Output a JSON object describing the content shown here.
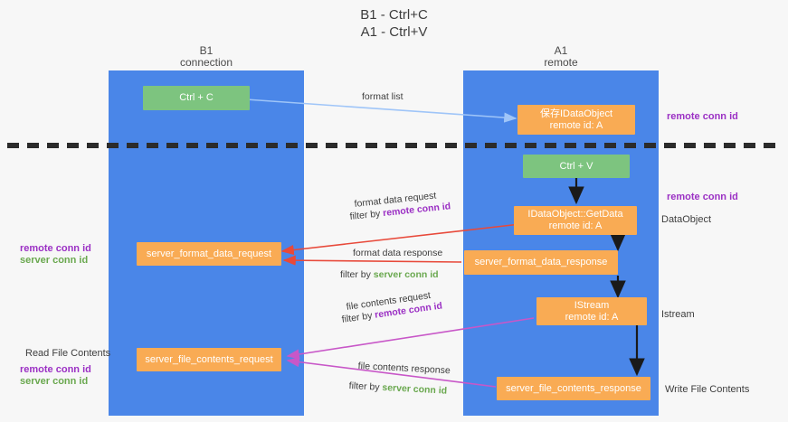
{
  "title": {
    "line1": "B1 - Ctrl+C",
    "line2": "A1 - Ctrl+V"
  },
  "lanes": [
    {
      "name": "B1",
      "sub": "connection"
    },
    {
      "name": "A1",
      "sub": "remote"
    }
  ],
  "nodes": {
    "ctrl_c": {
      "l1": "Ctrl + C"
    },
    "save_idataobject": {
      "l1": "保存IDataObject",
      "l2": "remote id: A"
    },
    "ctrl_v": {
      "l1": "Ctrl + V"
    },
    "getdata": {
      "l1": "IDataObject::GetData",
      "l2": "remote id: A"
    },
    "server_format_data_request": {
      "l1": "server_format_data_request"
    },
    "server_format_data_response": {
      "l1": "server_format_data_response"
    },
    "istream": {
      "l1": "IStream",
      "l2": "remote id: A"
    },
    "server_file_contents_request": {
      "l1": "server_file_contents_request"
    },
    "server_file_contents_response": {
      "l1": "server_file_contents_response"
    }
  },
  "edges": {
    "format_list": "format list",
    "format_data_request": "format data request",
    "format_data_request_filter_prefix": "filter by ",
    "format_data_request_filter_key": "remote conn id",
    "format_data_response": "format data response",
    "format_data_response_filter_prefix": "filter by ",
    "format_data_response_filter_key": "server conn id",
    "file_contents_request": "file contents request",
    "file_contents_request_filter_prefix": "filter by ",
    "file_contents_request_filter_key": "remote conn id",
    "file_contents_response": "file contents response",
    "file_contents_response_filter_prefix": "filter by ",
    "file_contents_response_filter_key": "server conn id"
  },
  "annotations": {
    "right_remote_conn_id_top": "remote conn id",
    "right_remote_conn_id_mid": "remote conn id",
    "right_dataobject": "DataObject",
    "right_istream": "Istream",
    "right_write_file_contents": "Write File Contents",
    "left_remote_conn_id_mid": "remote conn id",
    "left_server_conn_id_mid": "server conn id",
    "left_read_file_contents": "Read File Contents",
    "left_remote_conn_id_bottom": "remote conn id",
    "left_server_conn_id_bottom": "server conn id"
  },
  "colors": {
    "lane": "#4a86e8",
    "node_orange": "#f9ab54",
    "node_green": "#7dc47f",
    "purple": "#9b30c4",
    "green": "#6aa84f",
    "divider": "#2b2b2b",
    "arrow_blue": "#9fc5f8",
    "arrow_red": "#e8493a",
    "arrow_magenta": "#c857c8",
    "arrow_black": "#1a1a1a"
  }
}
